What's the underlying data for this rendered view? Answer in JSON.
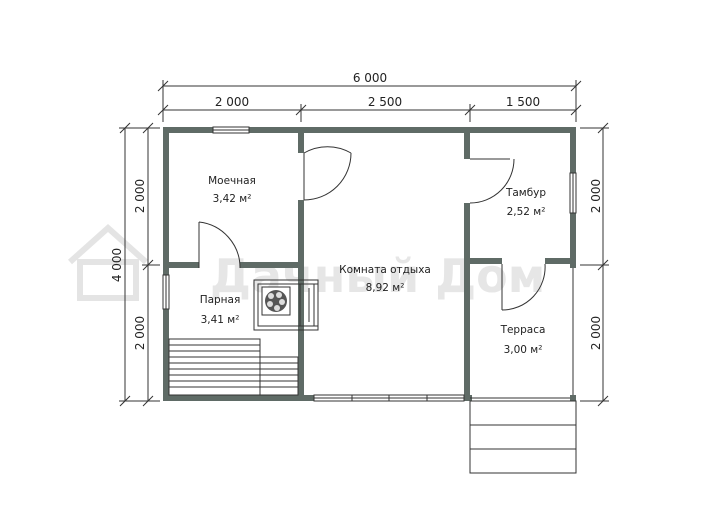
{
  "dimensions": {
    "total_width": "6 000",
    "seg_1": "2 000",
    "seg_2": "2 500",
    "seg_3": "1 500",
    "total_height": "4 000",
    "left_top": "2 000",
    "left_bottom": "2 000",
    "right_top": "2 000",
    "right_bottom": "2 000"
  },
  "rooms": {
    "washroom": {
      "name": "Моечная",
      "area": "3,42 м²"
    },
    "steam": {
      "name": "Парная",
      "area": "3,41 м²"
    },
    "rest": {
      "name": "Комната отдыха",
      "area": "8,92 м²"
    },
    "vestibule": {
      "name": "Тамбур",
      "area": "2,52 м²"
    },
    "terrace": {
      "name": "Терраса",
      "area": "3,00 м²"
    }
  },
  "watermark": {
    "text": "Дачный Дом"
  },
  "colors": {
    "wall": "#5f6b66",
    "line": "#333333",
    "watermark": "#e6e6e6"
  }
}
